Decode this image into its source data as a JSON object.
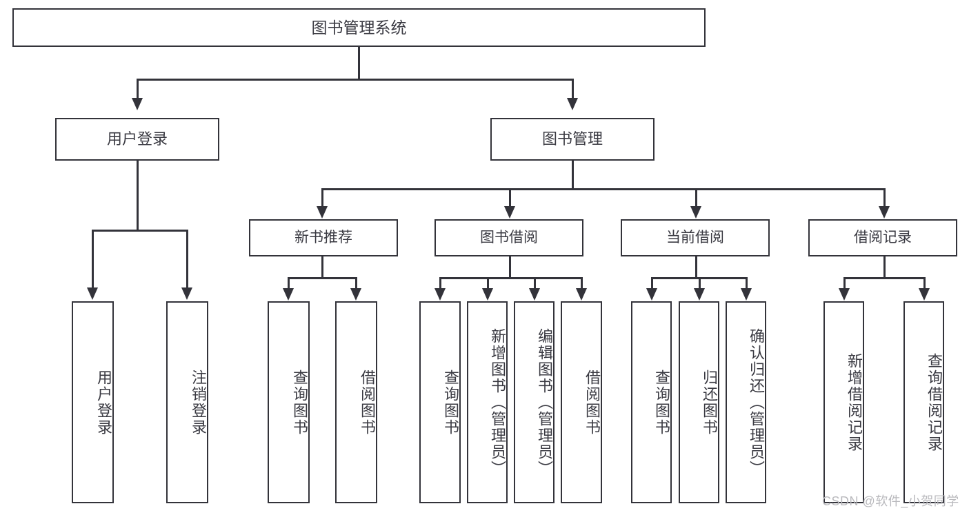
{
  "diagram": {
    "title": "图书管理系统",
    "type": "tree-hierarchy",
    "root": {
      "label": "图书管理系统"
    },
    "level1": [
      {
        "label": "用户登录"
      },
      {
        "label": "图书管理"
      }
    ],
    "level2": [
      {
        "label": "新书推荐",
        "parent": "图书管理"
      },
      {
        "label": "图书借阅",
        "parent": "图书管理"
      },
      {
        "label": "当前借阅",
        "parent": "图书管理"
      },
      {
        "label": "借阅记录",
        "parent": "图书管理"
      }
    ],
    "leaves": {
      "user_login": [
        {
          "label": "用户登录"
        },
        {
          "label": "注销登录"
        }
      ],
      "new_book_recommend": [
        {
          "label": "查询图书"
        },
        {
          "label": "借阅图书"
        }
      ],
      "book_borrow": [
        {
          "label": "查询图书"
        },
        {
          "label": "新增图书（管理员）"
        },
        {
          "label": "编辑图书（管理员）"
        },
        {
          "label": "借阅图书"
        }
      ],
      "current_borrow": [
        {
          "label": "查询图书"
        },
        {
          "label": "归还图书"
        },
        {
          "label": "确认归还（管理员）"
        }
      ],
      "borrow_record": [
        {
          "label": "新增借阅记录"
        },
        {
          "label": "查询借阅记录"
        }
      ]
    }
  },
  "watermark": {
    "text": "CSDN @软件_小贺同学"
  },
  "colors": {
    "stroke": "#33333a",
    "text": "#3a3a42",
    "background": "#ffffff",
    "watermark": "#b9b9bd"
  }
}
